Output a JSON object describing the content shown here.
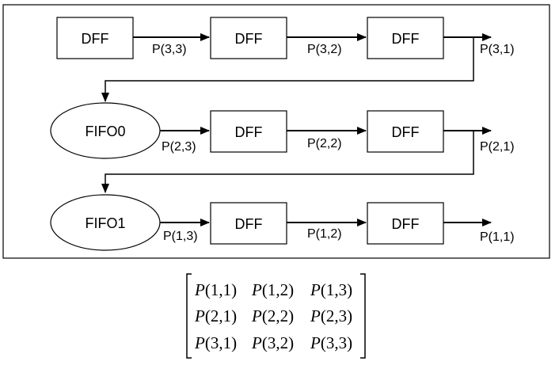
{
  "diagram": {
    "rows": [
      {
        "source": "DFF",
        "stage1": "DFF",
        "stage2": "DFF",
        "labels": [
          "P(3,3)",
          "P(3,2)",
          "P(3,1)"
        ]
      },
      {
        "source": "FIFO0",
        "stage1": "DFF",
        "stage2": "DFF",
        "labels": [
          "P(2,3)",
          "P(2,2)",
          "P(2,1)"
        ]
      },
      {
        "source": "FIFO1",
        "stage1": "DFF",
        "stage2": "DFF",
        "labels": [
          "P(1,3)",
          "P(1,2)",
          "P(1,1)"
        ]
      }
    ]
  },
  "matrix": {
    "rows": [
      [
        "P",
        "(1,1)",
        "P",
        "(1,2)",
        "P",
        "(1,3)"
      ],
      [
        "P",
        "(2,1)",
        "P",
        "(2,2)",
        "P",
        "(2,3)"
      ],
      [
        "P",
        "(3,1)",
        "P",
        "(3,2)",
        "P",
        "(3,3)"
      ]
    ]
  }
}
